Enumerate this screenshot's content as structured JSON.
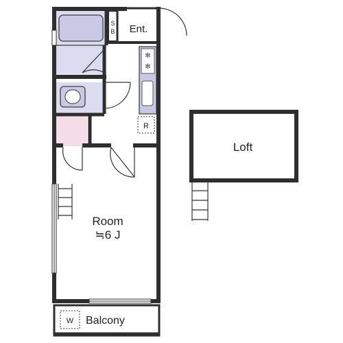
{
  "rooms": {
    "entrance": "Ent.",
    "shoe_box": [
      "S",
      "B"
    ],
    "refrigerator": "R",
    "loft": "Loft",
    "room_name": "Room",
    "room_size": "≒6 J",
    "washer": "W",
    "balcony": "Balcony"
  },
  "colors": {
    "wall": "#2e2e2e",
    "wet_area": "#dcdcf0",
    "closet": "#f5dde8",
    "fixture": "#c9c9e6",
    "background": "#ffffff"
  }
}
